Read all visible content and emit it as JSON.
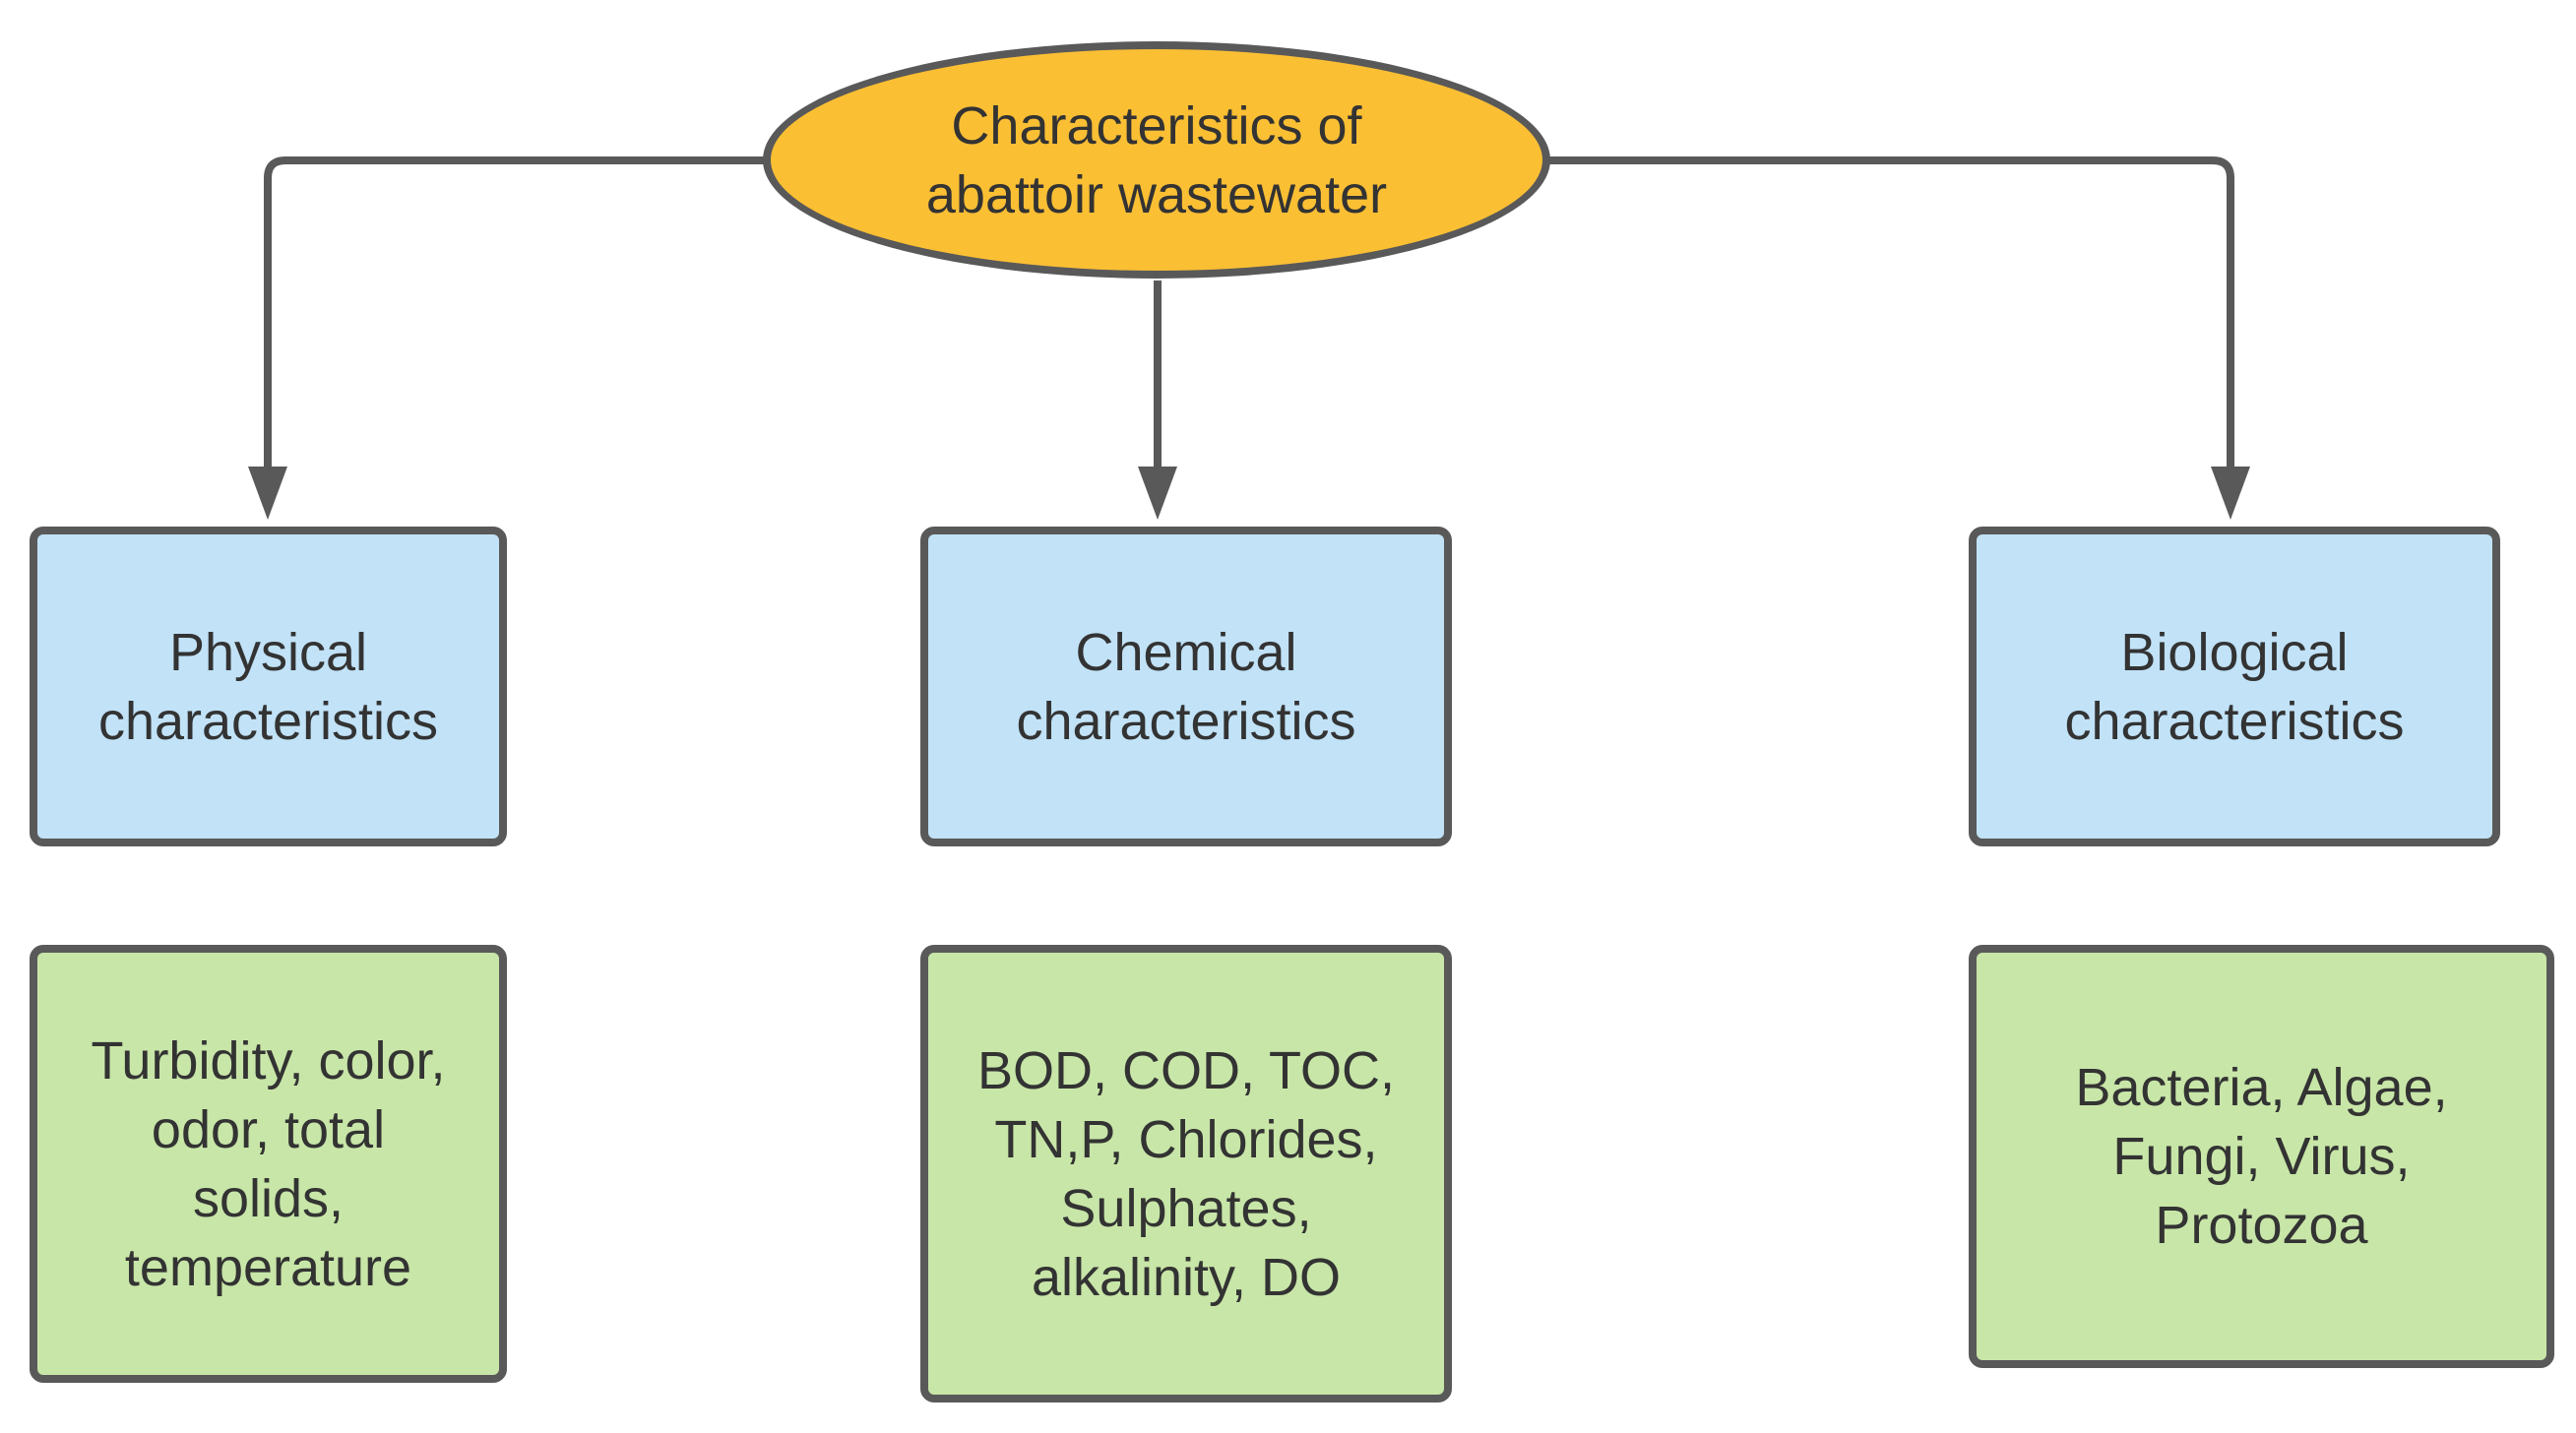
{
  "root": {
    "label": "Characteristics of\nabattoir wastewater"
  },
  "categories": [
    {
      "label": "Physical\ncharacteristics",
      "details": "Turbidity, color,\nodor, total\nsolids,\ntemperature"
    },
    {
      "label": "Chemical\ncharacteristics",
      "details": "BOD, COD, TOC,\nTN,P, Chlorides,\nSulphates,\nalkalinity, DO"
    },
    {
      "label": "Biological\ncharacteristics",
      "details": "Bacteria, Algae,\nFungi, Virus,\nProtozoa"
    }
  ],
  "colors": {
    "root_fill": "#fbbf34",
    "category_fill": "#c1e2f7",
    "detail_fill": "#c8e6a8",
    "border": "#595959",
    "text": "#333333"
  }
}
